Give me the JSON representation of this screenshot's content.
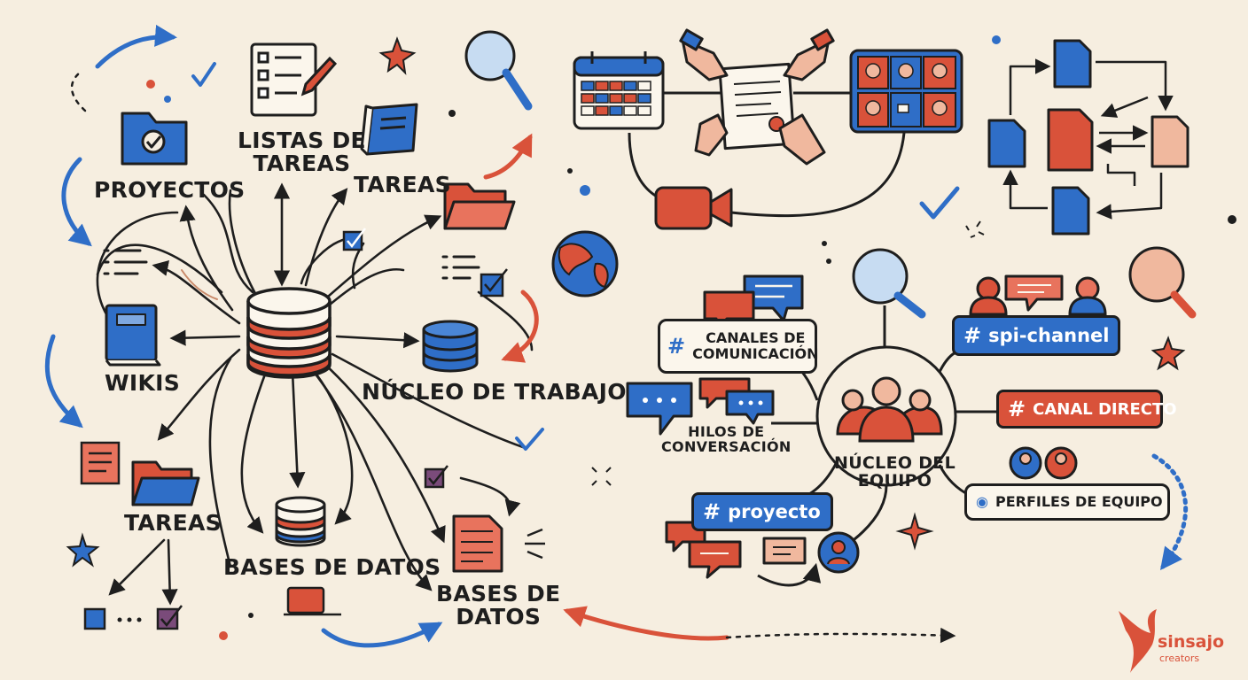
{
  "labels": {
    "proyectos": "PROYECTOS",
    "listas_de_tareas": "LISTAS DE\nTAREAS",
    "tareas_top": "TAREAS",
    "wikis": "WIKIS",
    "nucleo_de_trabajo": "NÚCLEO DE TRABAJO",
    "tareas_bottom": "TAREAS",
    "bases_de_datos_center": "BASES DE DATOS",
    "bases_de_datos_right": "BASES DE\nDATOS",
    "canales_de_comunicacion": "CANALES DE\nCOMUNICACIÓN",
    "hilos_de_conversacion": "HILOS DE\nCONVERSACIÓN",
    "nucleo_del_equipo": "NÚCLEO DEL\nEQUIPO",
    "perfiles_de_equipo": "PERFILES DE EQUIPO"
  },
  "channels": {
    "spi_channel": "spi-channel",
    "canal_directo": "CANAL DIRECTO",
    "proyecto": "proyecto",
    "hash": "#"
  },
  "brand": {
    "name": "sinsajo",
    "sub": "creators"
  },
  "colors": {
    "background": "#f6eee0",
    "ink": "#1e1e1e",
    "blue": "#2f6ec7",
    "red": "#d9523a",
    "peach": "#f0b89e"
  },
  "icons": [
    "folder-check-icon",
    "checklist-icon",
    "book-icon",
    "magnifier-icon",
    "database-icon",
    "calendar-icon",
    "contract-icon",
    "video-call-icon",
    "camera-icon",
    "documents-flow-icon",
    "globe-icon",
    "team-icon",
    "chat-bubble-icon",
    "user-profile-icon",
    "star-icon",
    "checkmark-icon"
  ]
}
